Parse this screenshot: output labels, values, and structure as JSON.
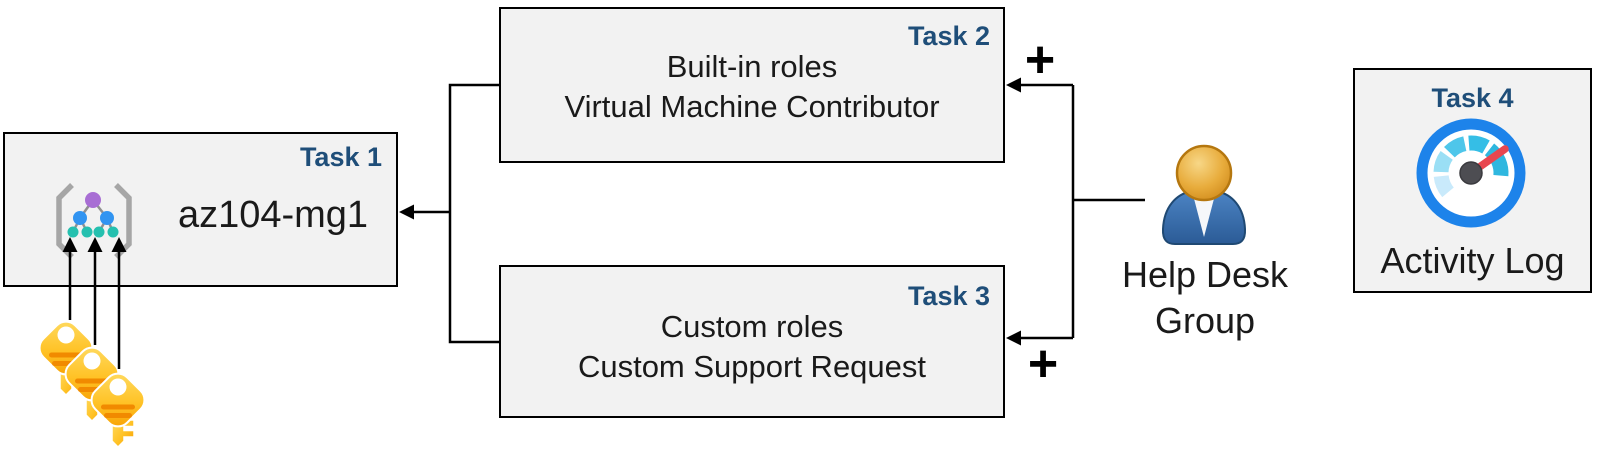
{
  "tasks": {
    "task1": {
      "badge": "Task 1",
      "title": "az104-mg1",
      "icon": "management-group-icon"
    },
    "task2": {
      "badge": "Task 2",
      "line1": "Built-in roles",
      "line2": "Virtual Machine Contributor"
    },
    "task3": {
      "badge": "Task 3",
      "line1": "Custom roles",
      "line2": "Custom Support Request"
    },
    "task4": {
      "badge": "Task 4",
      "caption": "Activity Log",
      "icon": "activity-log-gauge-icon"
    }
  },
  "actors": {
    "help_desk_group": {
      "line1": "Help Desk",
      "line2": "Group",
      "icon": "user-icon"
    }
  },
  "symbols": {
    "plus_task2": "+",
    "plus_task3": "+",
    "keys": "keys-icon"
  },
  "colors": {
    "task_badge_navy": "#1F4E79",
    "box_fill": "#F2F2F2",
    "box_border": "#000000",
    "body_text": "#1A1A1A",
    "connector_black": "#000000",
    "key_gold_light": "#FFD75E",
    "key_gold_dark": "#F79E00",
    "key_stripe_orange": "#F18A00",
    "person_head_gold": "#DD9426",
    "person_body_blue": "#3A6FB0",
    "gauge_ring_blue": "#1D83EA",
    "gauge_segment_light": "#C9EAFB",
    "gauge_segment_teal": "#35BEE6",
    "gauge_needle_red": "#E8464F",
    "mg_node_purple": "#A86ED4",
    "mg_node_blue": "#3194F1",
    "mg_node_teal": "#25C0AF",
    "mg_bracket_gray": "#A6A6A6"
  }
}
